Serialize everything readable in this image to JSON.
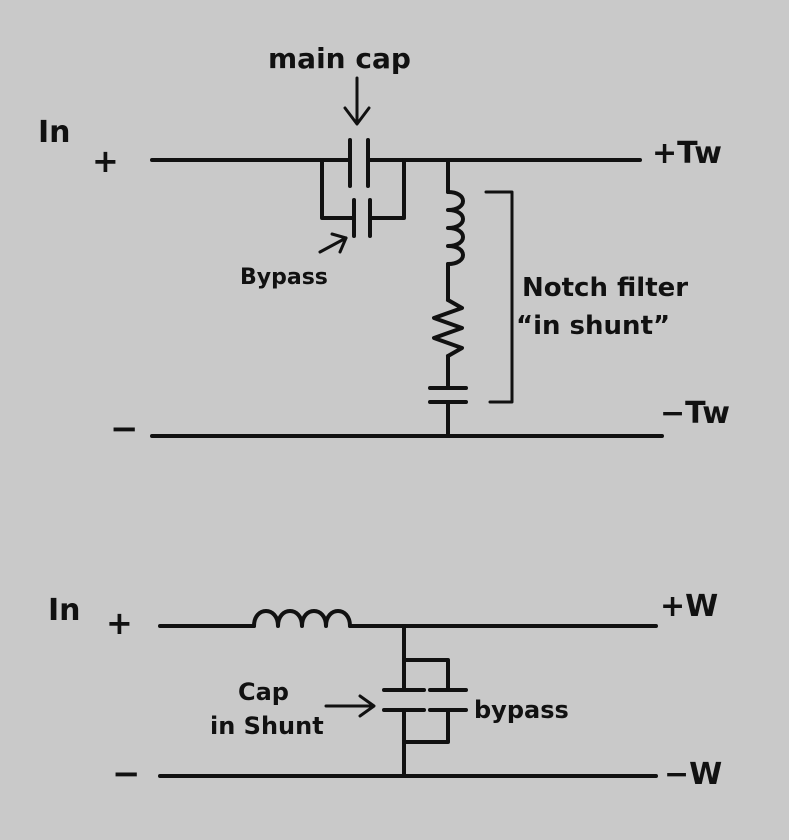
{
  "top_circuit": {
    "in_label": "In",
    "plus_in": "+",
    "minus_in": "−",
    "main_cap_label": "main cap",
    "bypass_label": "Bypass",
    "notch_label_line1": "Notch filter",
    "notch_label_line2": "“in shunt”",
    "out_plus": "+Tw",
    "out_minus": "−Tw"
  },
  "bottom_circuit": {
    "in_label": "In",
    "plus_in": "+",
    "minus_in": "−",
    "cap_label_line1": "Cap",
    "cap_label_line2": "in Shunt",
    "bypass_label": "bypass",
    "out_plus": "+W",
    "out_minus": "−W"
  },
  "colors": {
    "background": "#c9c9c9",
    "ink": "#111111"
  }
}
